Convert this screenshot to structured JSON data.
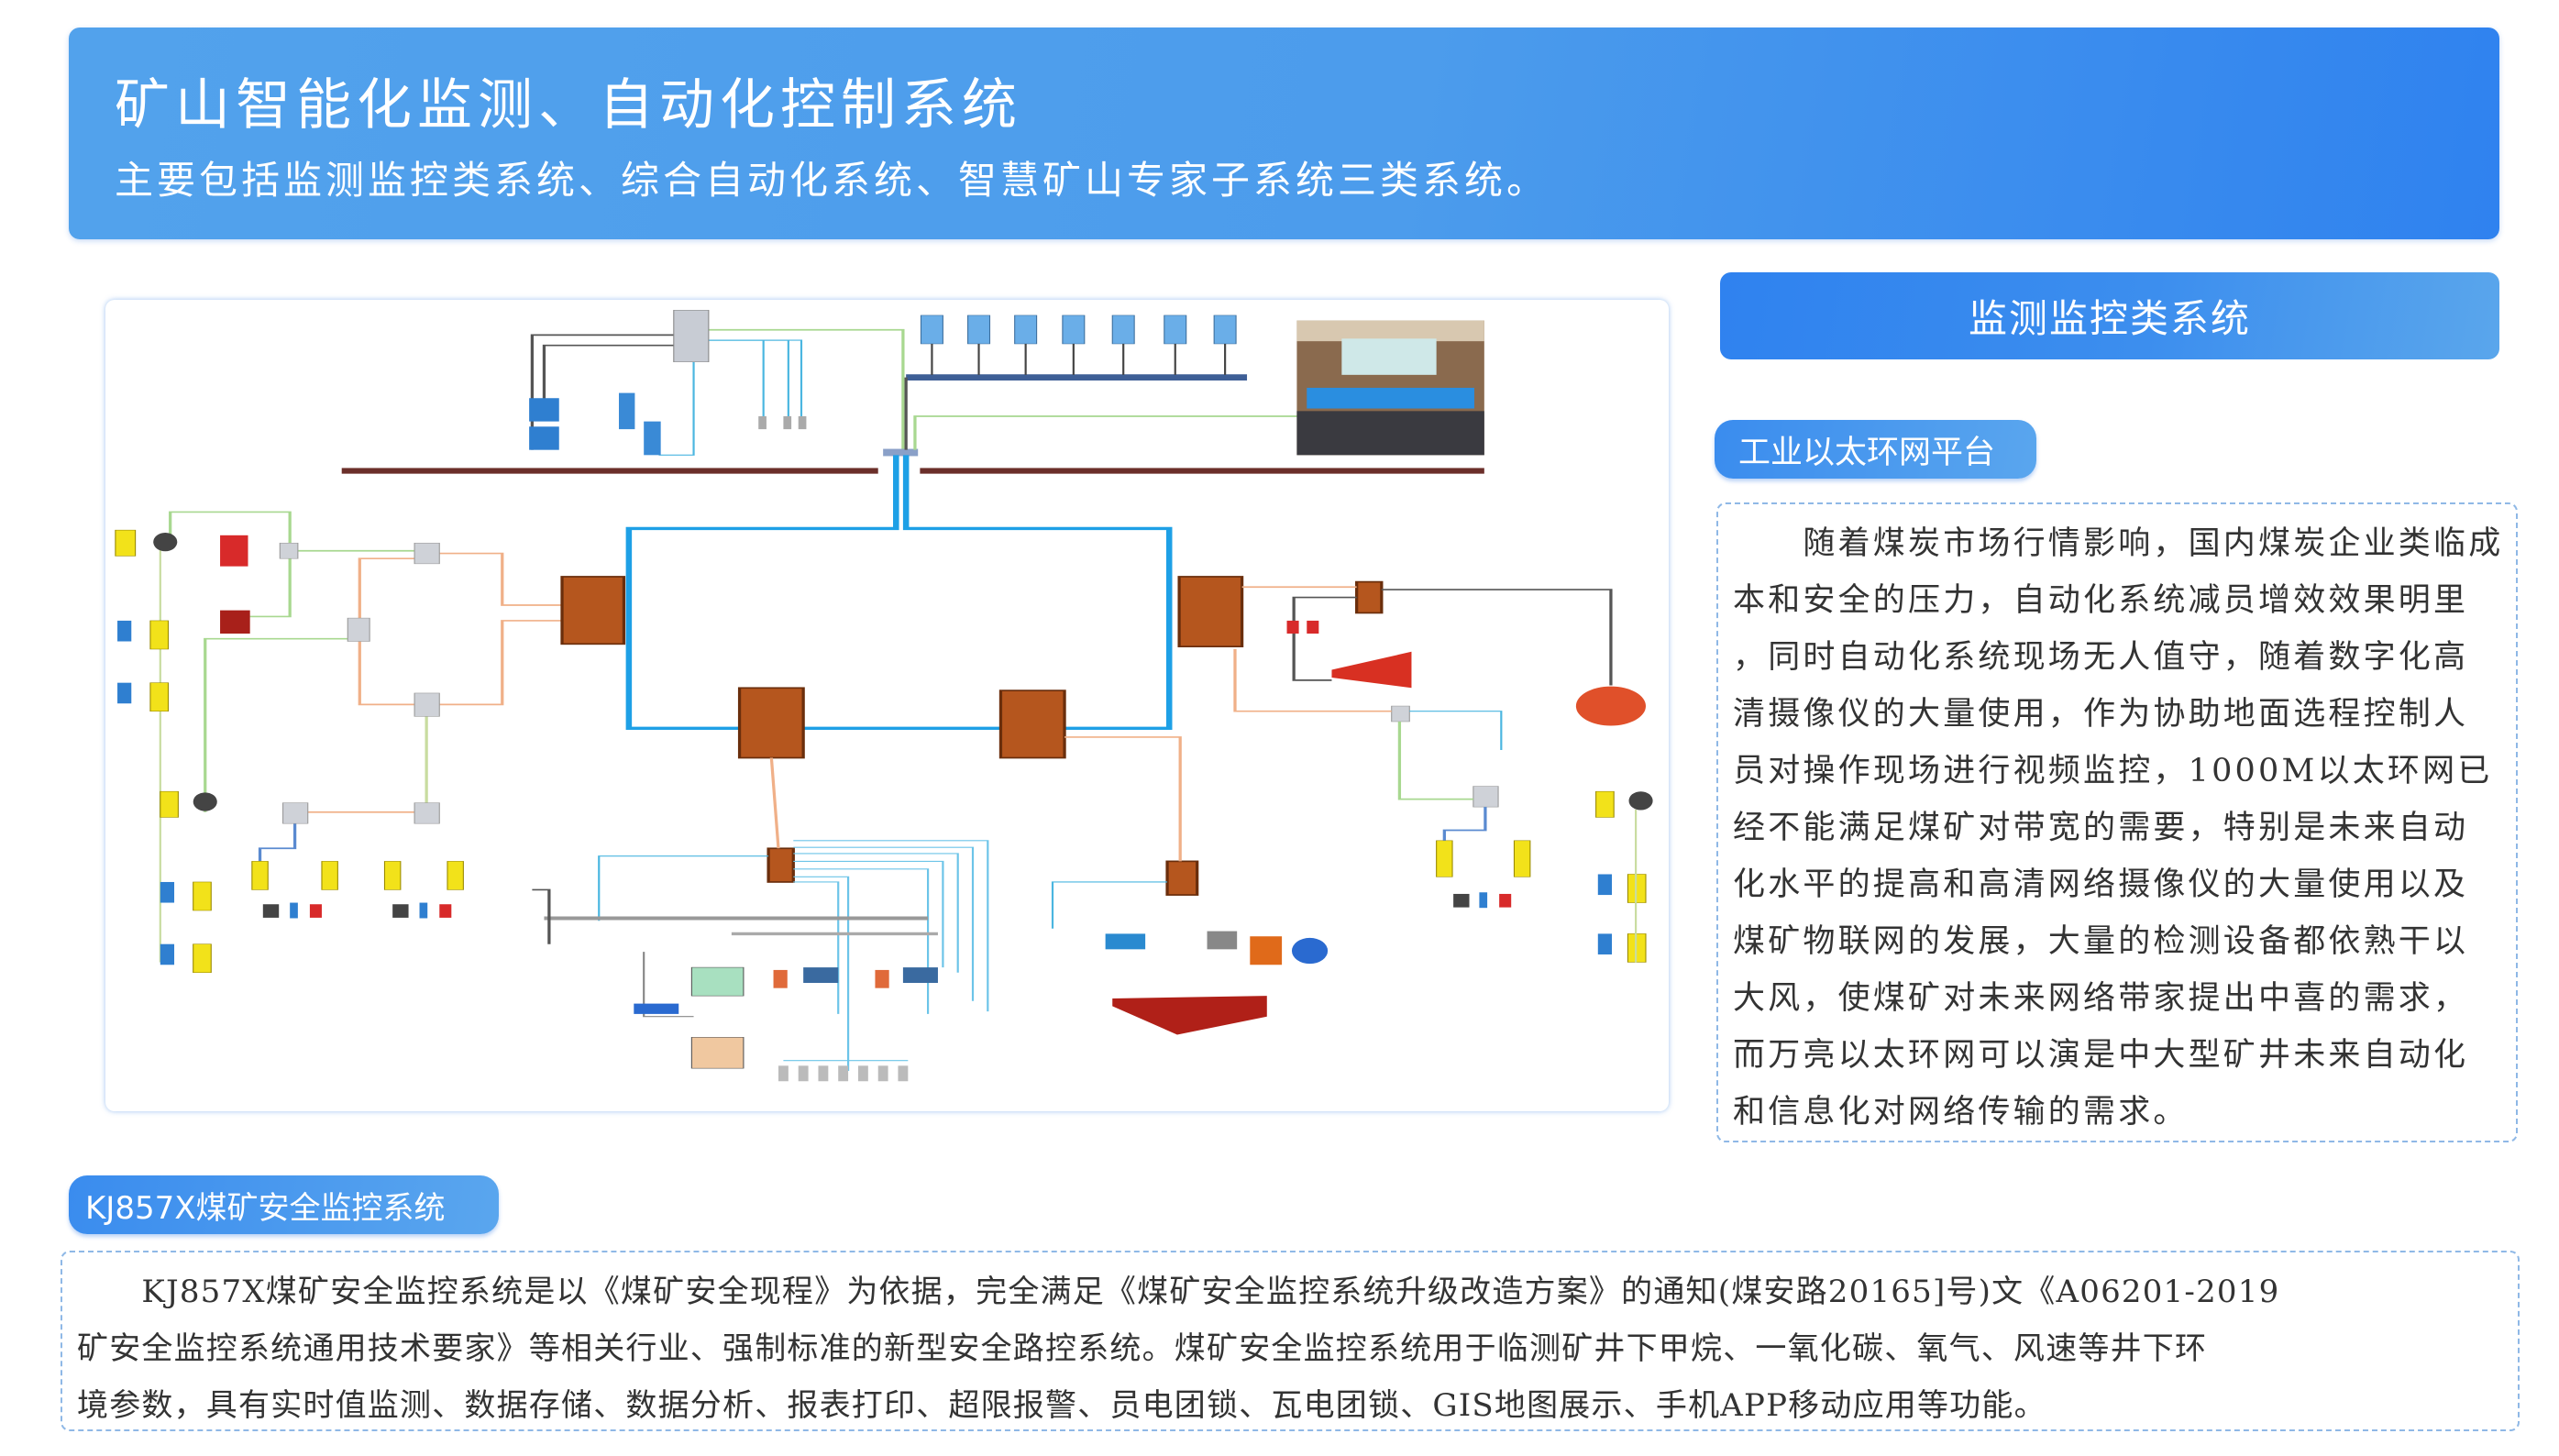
{
  "header": {
    "title": "矿山智能化监测、自动化控制系统",
    "subtitle": "主要包括监测监控类系统、综合自动化系统、智慧矿山专家子系统三类系统。"
  },
  "right_panel": {
    "section_title": "监测监控类系统",
    "tag": "工业以太环网平台",
    "paragraph_lines": [
      "　　随着煤炭市场行情影响，国内煤炭企业类临成",
      "本和安全的压力，自动化系统减员增效效果明里",
      "，同时自动化系统现场无人值守，随着数字化高",
      "清摄像仪的大量使用，作为协助地面选程控制人",
      "员对操作现场进行视频监控，1000M以太环网已",
      "经不能满足煤矿对带宽的需要，特别是未来自动",
      "化水平的提高和高清网络摄像仪的大量使用以及",
      "煤矿物联网的发展，大量的检测设备都依熟干以",
      "大风，使煤矿对未来网络带家提出中喜的需求，",
      "而万亮以太环网可以演是中大型矿井未来自动化",
      "和信息化对网络传输的需求。"
    ]
  },
  "bottom_panel": {
    "tag": "KJ857X煤矿安全监控系统",
    "paragraph_lines": [
      "　　KJ857X煤矿安全监控系统是以《煤矿安全现程》为依据，完全满足《煤矿安全监控系统升级改造方案》的通知(煤安路20165]号)文《A06201-2019",
      "矿安全监控系统通用技术要家》等相关行业、强制标准的新型安全路控系统。煤矿安全监控系统用于临测矿井下甲烷、一氧化碳、氧气、风速等井下环",
      "境参数，具有实时值监测、数据存储、数据分析、报表打印、超限报警、员电团锁、瓦电团锁、GIS地图展示、手机APP移动应用等功能。"
    ]
  },
  "colors": {
    "accent": "#2f82ef",
    "ring_network": "#1ea0e6",
    "power_bus": "#6b2f2a",
    "switch_box": "#b5561e",
    "sensor": "#f2e21a"
  }
}
